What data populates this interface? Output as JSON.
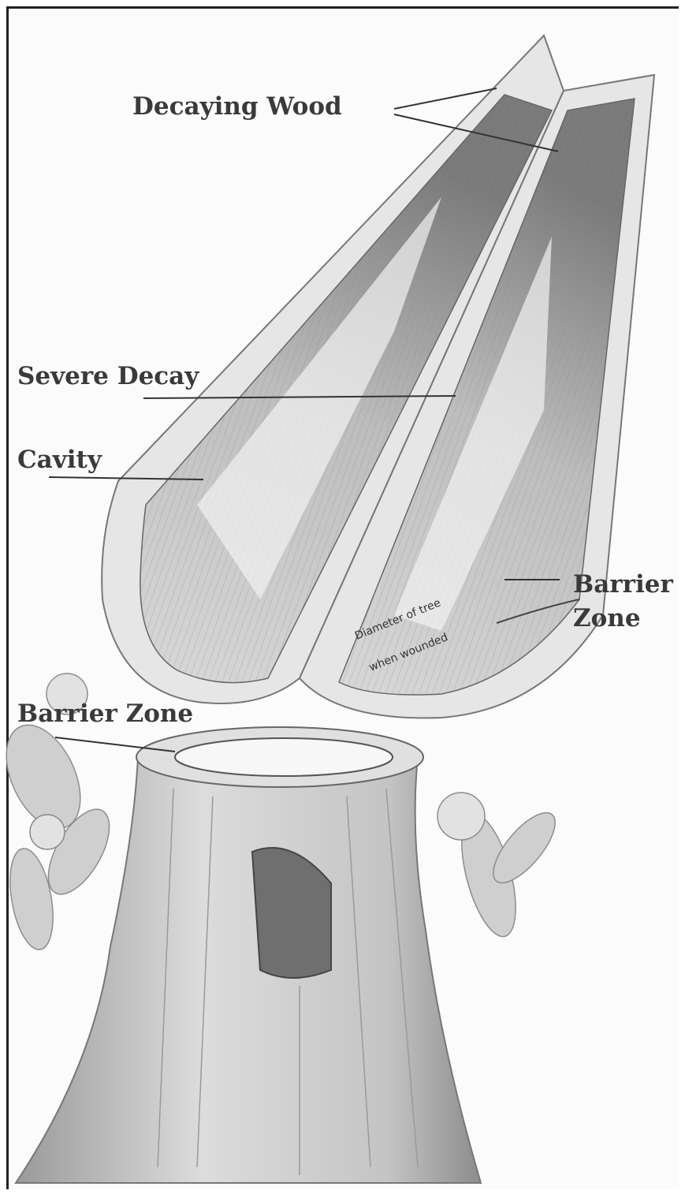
{
  "labels": {
    "decaying_wood": "Decaying Wood",
    "severe_decay": "Severe Decay",
    "cavity": "Cavity",
    "barrier_zone_right_line1": "Barrier",
    "barrier_zone_right_line2": "Zone",
    "barrier_zone_left": "Barrier Zone",
    "diameter_line1": "Diameter of tree",
    "diameter_line2": "when wounded"
  },
  "icons": {
    "trunk_section": "tree-trunk-cross-section-icon",
    "stump": "tree-stump-icon",
    "foliage": "leaf-cluster-icon"
  }
}
